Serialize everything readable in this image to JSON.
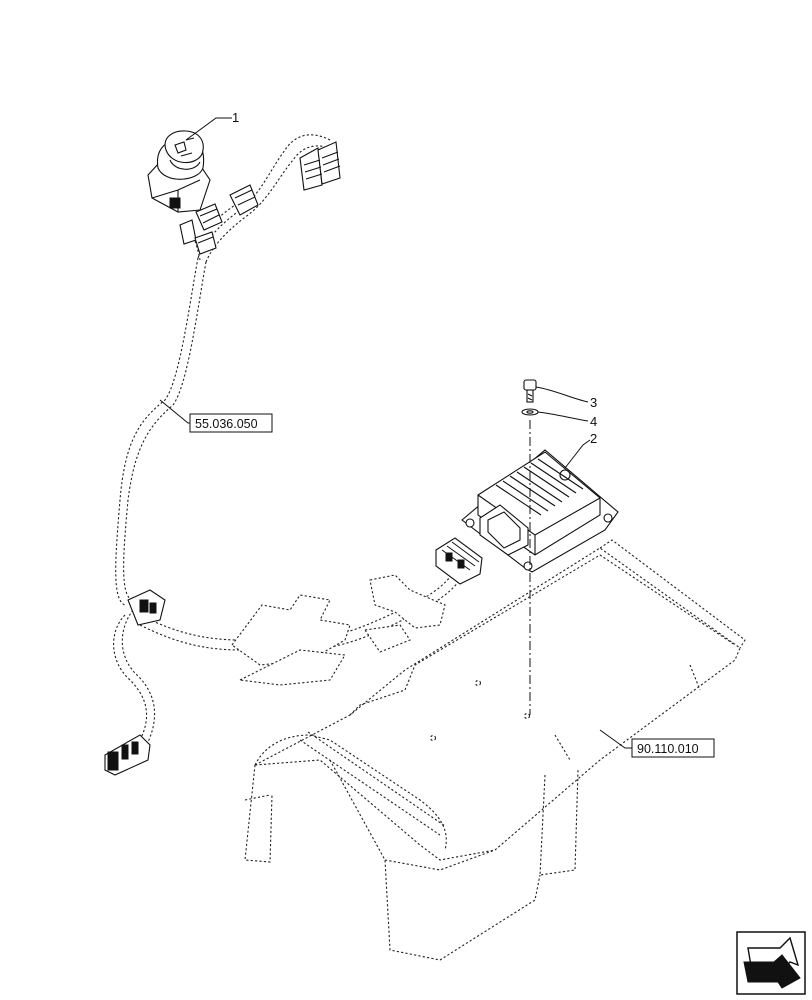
{
  "callouts": [
    {
      "id": "1",
      "label": "1"
    },
    {
      "id": "2",
      "label": "2"
    },
    {
      "id": "3",
      "label": "3"
    },
    {
      "id": "4",
      "label": "4"
    }
  ],
  "references": [
    {
      "id": "harness",
      "label": "55.036.050"
    },
    {
      "id": "console",
      "label": "90.110.010"
    }
  ],
  "nav_icon": "next-page-arrow-icon"
}
